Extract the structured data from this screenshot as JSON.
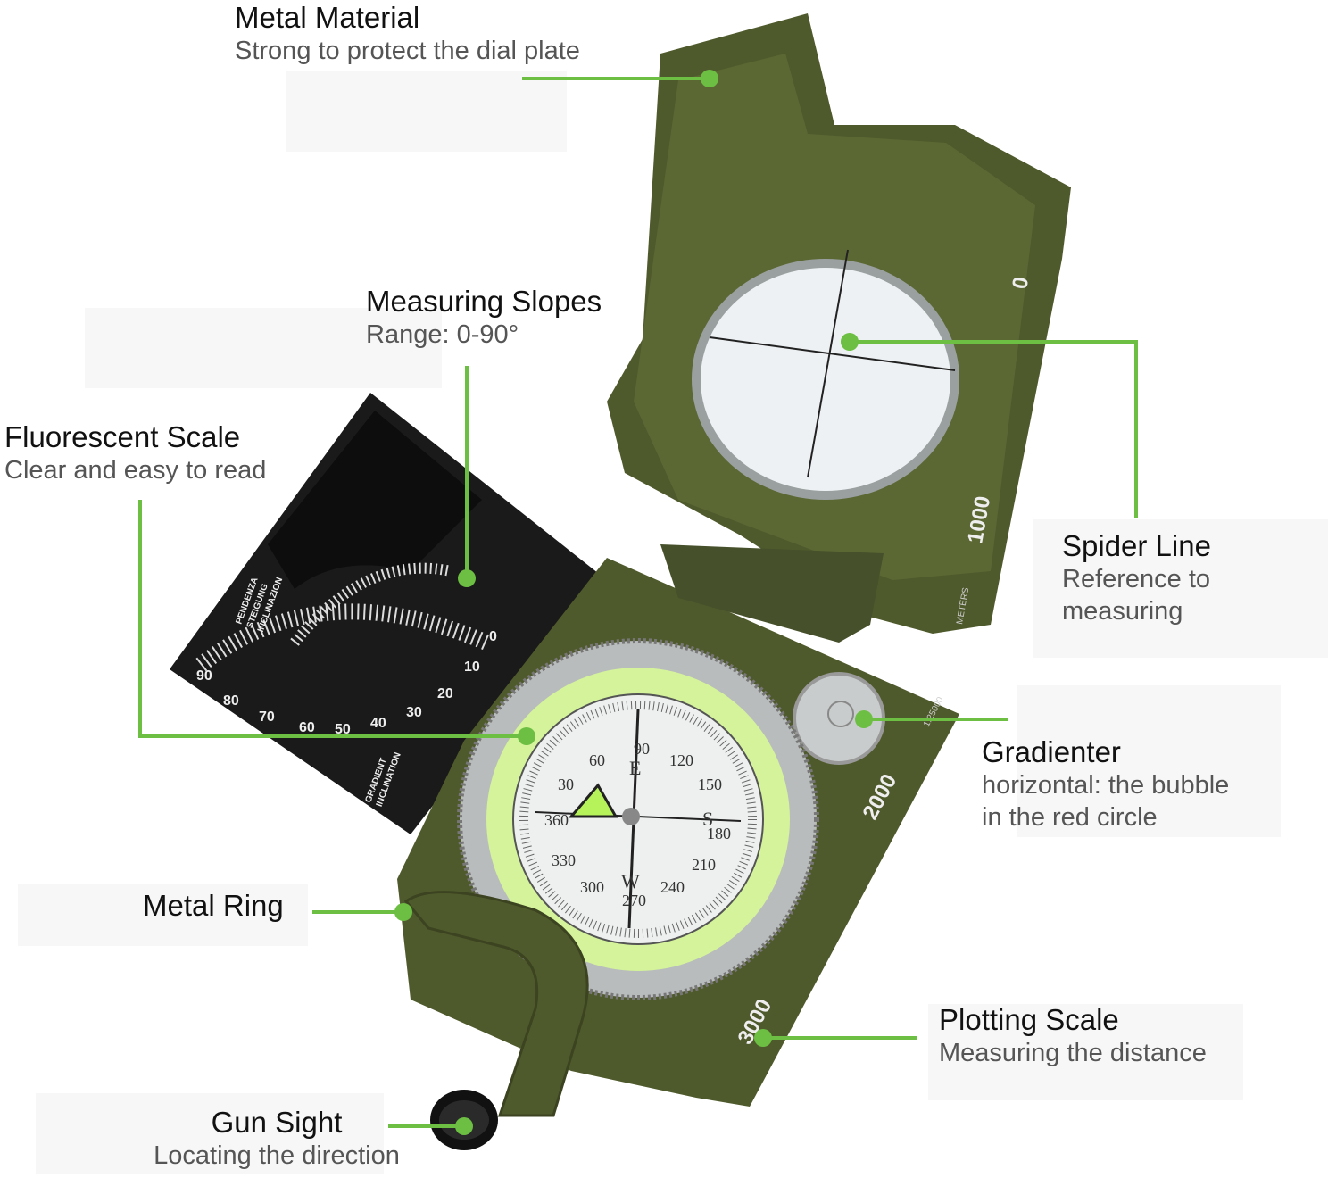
{
  "accent_color": "#6cbf43",
  "body_color": "#4f5a2c",
  "callouts": {
    "metal_material": {
      "title": "Metal Material",
      "subtitle": "Strong to protect the dial plate"
    },
    "measuring_slopes": {
      "title": "Measuring Slopes",
      "subtitle": "Range: 0-90°"
    },
    "fluorescent_scale": {
      "title": "Fluorescent Scale",
      "subtitle": "Clear and easy to read"
    },
    "spider_line": {
      "title": "Spider Line",
      "subtitle1": "Reference to",
      "subtitle2": "measuring"
    },
    "gradienter": {
      "title": "Gradienter",
      "subtitle1": "horizontal: the bubble",
      "subtitle2": "in the red circle"
    },
    "metal_ring": {
      "title": "Metal Ring"
    },
    "plotting_scale": {
      "title": "Plotting Scale",
      "subtitle": "Measuring the distance"
    },
    "gun_sight": {
      "title": "Gun Sight",
      "subtitle": "Locating the direction"
    }
  },
  "ruler": {
    "zero": "0",
    "k1": "1000",
    "k2": "2000",
    "k3": "3000",
    "unit": "METERS",
    "scale": "1:25000"
  },
  "clinometer": {
    "label1": "PENDENZA",
    "label2": "STEIGUNG",
    "label3": "INCLINAZION",
    "label4": "GRADIENT",
    "label5": "INCLINATION",
    "degrees": [
      "90",
      "80",
      "70",
      "60",
      "50",
      "40",
      "30",
      "20",
      "10",
      "0"
    ]
  },
  "dial": {
    "e": "E",
    "s": "S",
    "w": "W",
    "n360": "360",
    "d30": "30",
    "d60": "60",
    "d90": "90",
    "d120": "120",
    "d150": "150",
    "d180": "180",
    "d210": "210",
    "d240": "240",
    "d270": "270",
    "d300": "300",
    "d330": "330"
  }
}
